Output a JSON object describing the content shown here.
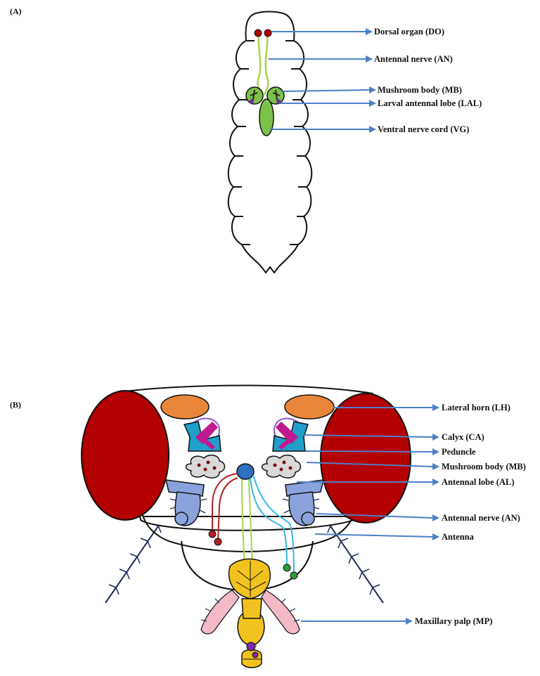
{
  "panels": {
    "a": "(A)",
    "b": "(B)"
  },
  "larva_labels": [
    "Dorsal organ (DO)",
    "Antennal nerve (AN)",
    "Mushroom body (MB)",
    "Larval  antennal lobe (LAL)",
    "Ventral nerve cord (VG)"
  ],
  "adult_labels": [
    "Lateral horn (LH)",
    "Calyx (CA)",
    "Peduncle",
    "Mushroom body (MB)",
    "Antennal lobe (AL)",
    "Antennal nerve (AN)",
    "Antenna",
    "Maxillary palp (MP)"
  ],
  "colors": {
    "arrow": "#4f7fc7",
    "eye": "#b30000",
    "lateral_horn": "#e9863a",
    "mushroom_body": "#1f9fc9",
    "calyx_lobe": "#c0188f",
    "antenna": "#8aa3dc",
    "maxillary_palp": "#f2c21f",
    "palp_tip": "#7a2aa8",
    "bristle_hair": "#f3b9c7",
    "nerve_green": "#a4d64a",
    "nerve_red": "#b32020",
    "nerve_cyan": "#38b8e0",
    "neuron_green": "#2e9e3a",
    "larva_brain": "#7cc24a",
    "dorsal_organ": "#b30000"
  }
}
